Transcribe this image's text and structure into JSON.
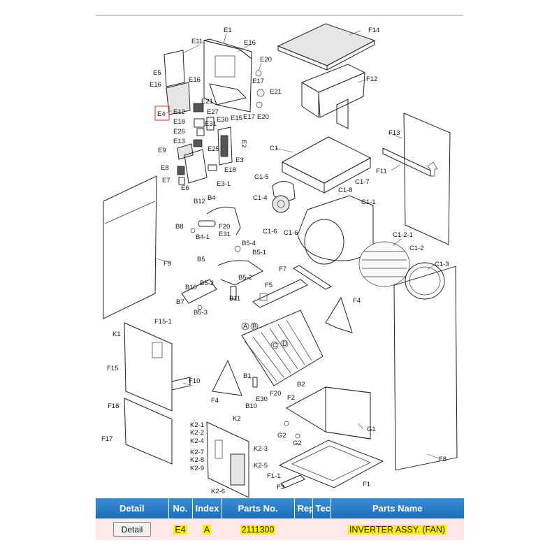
{
  "diagram": {
    "highlighted_part": "E4",
    "labels": {
      "E1": "E1",
      "E11": "E11",
      "E16": "E16",
      "E20": "E20",
      "E5": "E5",
      "E17": "E17",
      "E21": "E21",
      "E4": "E4",
      "E12": "E12",
      "E27": "E27",
      "E30": "E30",
      "E15": "E15",
      "E18": "E18",
      "E31": "E31",
      "E26": "E26",
      "E2": "E2",
      "E13": "E13",
      "E25": "E25",
      "E9": "E9",
      "E3": "E3",
      "E8": "E8",
      "E7": "E7",
      "E6": "E6",
      "E3_1": "E3-1",
      "F14": "F14",
      "F12": "F12",
      "F13": "F13",
      "F11": "F11",
      "C1": "C1",
      "C1_5": "C1-5",
      "C1_7": "C1-7",
      "C1_8": "C1-8",
      "C1_4": "C1-4",
      "C1_1": "C1-1",
      "C1_6": "C1-6",
      "C1_2_1": "C1-2-1",
      "C1_2": "C1-2",
      "C1_3": "C1-3",
      "B12": "B12",
      "B4": "B4",
      "B8": "B8",
      "F20": "F20",
      "B4_1": "B4-1",
      "B5_4": "B5-4",
      "B5_1": "B5-1",
      "B5": "B5",
      "B5_2": "B5-2",
      "B10": "B10",
      "B7": "B7",
      "B11": "B11",
      "B5_3": "B5-3",
      "F9": "F9",
      "F7": "F7",
      "F5": "F5",
      "F4": "F4",
      "K1": "K1",
      "F15_1": "F15-1",
      "F15": "F15",
      "F10": "F10",
      "B1": "B1",
      "B2": "B2",
      "F2": "F2",
      "G1": "G1",
      "G2": "G2",
      "F16": "F16",
      "F17": "F17",
      "K2": "K2",
      "K2_1": "K2-1",
      "K2_2": "K2-2",
      "K2_4": "K2-4",
      "K2_3": "K2-3",
      "K2_7": "K2-7",
      "K2_8": "K2-8",
      "K2_9": "K2-9",
      "K2_5": "K2-5",
      "K2_6": "K2-6",
      "F8": "F8",
      "F1_1": "F1-1",
      "F3": "F3",
      "F1": "F1",
      "A": "A",
      "B": "B",
      "C": "C",
      "D": "D"
    }
  },
  "table": {
    "headers": [
      "Detail",
      "No.",
      "Index",
      "Parts No.",
      "Rep",
      "Tec",
      "Parts Name"
    ],
    "rows": [
      {
        "detail_button": "Detail",
        "no": "E4",
        "index": "A",
        "parts_no": "2111300",
        "rep": "",
        "tec": "",
        "parts_name": "INVERTER ASSY. (FAN)"
      }
    ]
  },
  "colors": {
    "header_bg": "#1e6db8",
    "row_bg": "#ffe8e8",
    "highlight": "#ffee00",
    "callout": "#e05050"
  }
}
